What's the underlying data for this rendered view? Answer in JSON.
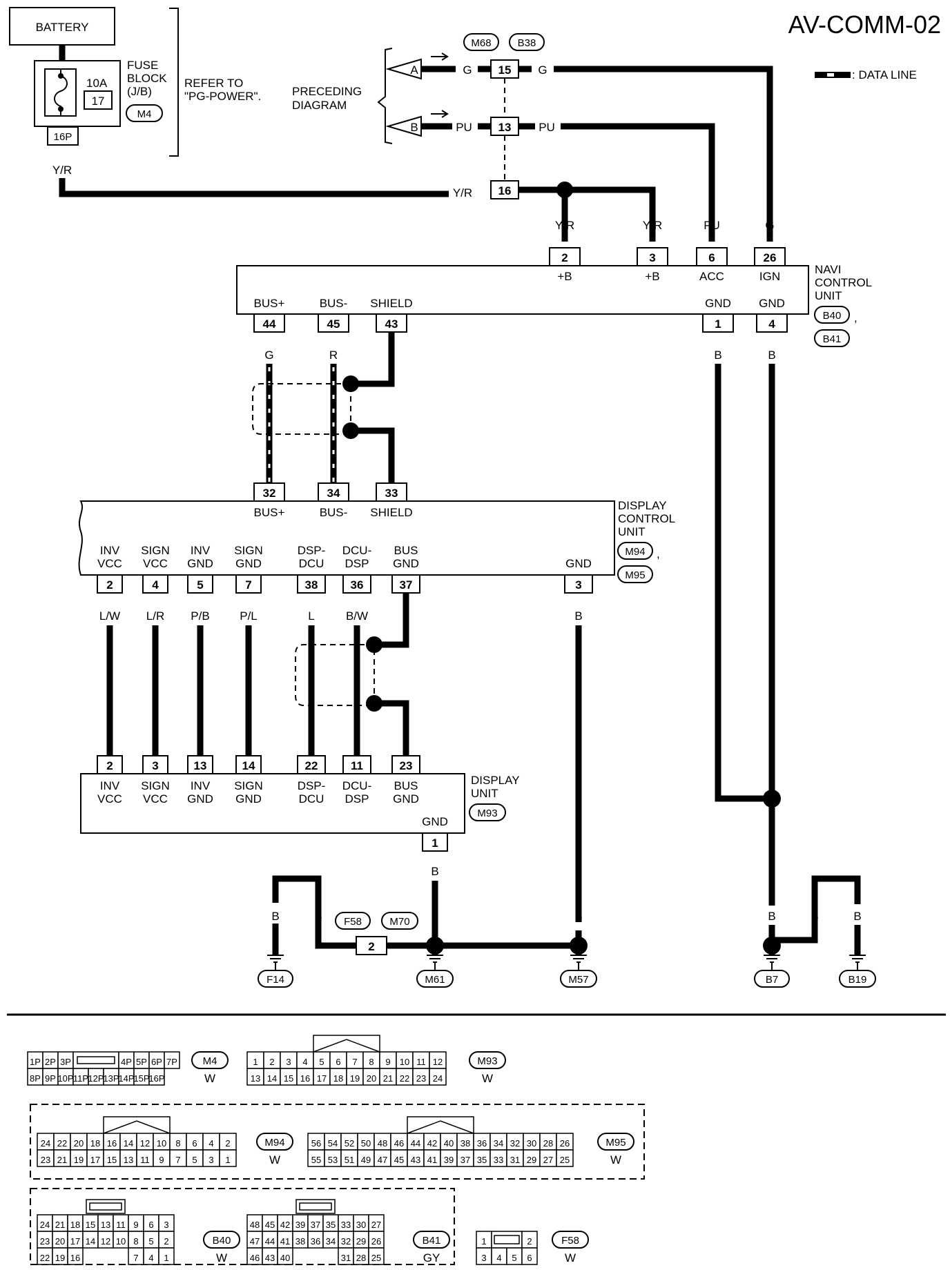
{
  "title": "AV-COMM-02",
  "legend": {
    "data_line": ": DATA LINE"
  },
  "battery": "BATTERY",
  "fuse": {
    "amps": "10A",
    "number": "17",
    "label_lines": [
      "FUSE",
      "BLOCK",
      "(J/B)"
    ],
    "connector": "M4",
    "pin": "16P",
    "refer_lines": [
      "REFER TO",
      "\"PG-POWER\"."
    ]
  },
  "preceding": {
    "label_lines": [
      "PRECEDING",
      "DIAGRAM"
    ],
    "arrow_a": "A",
    "arrow_b": "B",
    "conn1": "M68",
    "conn2": "B38",
    "joint_pins": [
      "15",
      "13",
      "16"
    ]
  },
  "wires": {
    "g": "G",
    "pu": "PU",
    "yr": "Y/R",
    "r": "R",
    "b": "B",
    "lw": "L/W",
    "lr": "L/R",
    "pb": "P/B",
    "pl": "P/L",
    "l": "L",
    "bw": "B/W"
  },
  "navi": {
    "label_lines": [
      "NAVI",
      "CONTROL",
      "UNIT"
    ],
    "conn1": "B40",
    "conn2": "B41",
    "top_pins": [
      {
        "pin": "2",
        "name": "+B"
      },
      {
        "pin": "3",
        "name": "+B"
      },
      {
        "pin": "6",
        "name": "ACC"
      },
      {
        "pin": "26",
        "name": "IGN"
      }
    ],
    "bottom_pins": [
      {
        "pin": "44",
        "name": "BUS+"
      },
      {
        "pin": "45",
        "name": "BUS-"
      },
      {
        "pin": "43",
        "name": "SHIELD"
      },
      {
        "pin": "1",
        "name": "GND"
      },
      {
        "pin": "4",
        "name": "GND"
      }
    ]
  },
  "dcu": {
    "label_lines": [
      "DISPLAY",
      "CONTROL",
      "UNIT"
    ],
    "conn1": "M94",
    "conn2": "M95",
    "top_pins": [
      {
        "pin": "32",
        "name": "BUS+"
      },
      {
        "pin": "34",
        "name": "BUS-"
      },
      {
        "pin": "33",
        "name": "SHIELD"
      }
    ],
    "bottom_pins": [
      {
        "pin": "2",
        "name1": "INV",
        "name2": "VCC"
      },
      {
        "pin": "4",
        "name1": "SIGN",
        "name2": "VCC"
      },
      {
        "pin": "5",
        "name1": "INV",
        "name2": "GND"
      },
      {
        "pin": "7",
        "name1": "SIGN",
        "name2": "GND"
      },
      {
        "pin": "38",
        "name1": "DSP-",
        "name2": "DCU"
      },
      {
        "pin": "36",
        "name1": "DCU-",
        "name2": "DSP"
      },
      {
        "pin": "37",
        "name1": "BUS",
        "name2": "GND"
      },
      {
        "pin": "3",
        "name1": "",
        "name2": "GND"
      }
    ]
  },
  "display": {
    "label_lines": [
      "DISPLAY",
      "UNIT"
    ],
    "conn": "M93",
    "top_pins": [
      {
        "pin": "2",
        "name1": "INV",
        "name2": "VCC"
      },
      {
        "pin": "3",
        "name1": "SIGN",
        "name2": "VCC"
      },
      {
        "pin": "13",
        "name1": "INV",
        "name2": "GND"
      },
      {
        "pin": "14",
        "name1": "SIGN",
        "name2": "GND"
      },
      {
        "pin": "22",
        "name1": "DSP-",
        "name2": "DCU"
      },
      {
        "pin": "11",
        "name1": "DCU-",
        "name2": "DSP"
      },
      {
        "pin": "23",
        "name1": "BUS",
        "name2": "GND"
      }
    ],
    "gnd_pin": {
      "pin": "1",
      "name": "GND"
    }
  },
  "grounds": {
    "f58_conn": "F58",
    "m70_conn": "M70",
    "f58_pin": "2",
    "labels": [
      "F14",
      "M61",
      "M57",
      "B7",
      "B19"
    ]
  },
  "connectors": {
    "m4": {
      "id": "M4",
      "color": "W",
      "row1a": [
        "1P",
        "2P",
        "3P"
      ],
      "row1b": [
        "4P",
        "5P",
        "6P",
        "7P"
      ],
      "row2": [
        "8P",
        "9P",
        "10P",
        "11P",
        "12P",
        "13P",
        "14P",
        "15P",
        "16P"
      ]
    },
    "m93": {
      "id": "M93",
      "color": "W",
      "row1": [
        "1",
        "2",
        "3",
        "4",
        "5",
        "6",
        "7",
        "8",
        "9",
        "10",
        "11",
        "12"
      ],
      "row2": [
        "13",
        "14",
        "15",
        "16",
        "17",
        "18",
        "19",
        "20",
        "21",
        "22",
        "23",
        "24"
      ]
    },
    "m94": {
      "id": "M94",
      "color": "W",
      "row1": [
        "24",
        "22",
        "20",
        "18",
        "16",
        "14",
        "12",
        "10",
        "8",
        "6",
        "4",
        "2"
      ],
      "row2": [
        "23",
        "21",
        "19",
        "17",
        "15",
        "13",
        "11",
        "9",
        "7",
        "5",
        "3",
        "1"
      ]
    },
    "m95": {
      "id": "M95",
      "color": "W",
      "row1": [
        "56",
        "54",
        "52",
        "50",
        "48",
        "46",
        "44",
        "42",
        "40",
        "38",
        "36",
        "34",
        "32",
        "30",
        "28",
        "26"
      ],
      "row2": [
        "55",
        "53",
        "51",
        "49",
        "47",
        "45",
        "43",
        "41",
        "39",
        "37",
        "35",
        "33",
        "31",
        "29",
        "27",
        "25"
      ]
    },
    "b40": {
      "id": "B40",
      "color": "W",
      "row1": [
        "24",
        "21",
        "18",
        "15",
        "13",
        "11",
        "9",
        "6",
        "3"
      ],
      "row2": [
        "23",
        "20",
        "17",
        "14",
        "12",
        "10",
        "8",
        "5",
        "2"
      ],
      "row3a": [
        "22",
        "19",
        "16"
      ],
      "row3b": [
        "7",
        "4",
        "1"
      ]
    },
    "b41": {
      "id": "B41",
      "color": "GY",
      "row1": [
        "48",
        "45",
        "42",
        "39",
        "37",
        "35",
        "33",
        "30",
        "27"
      ],
      "row2": [
        "47",
        "44",
        "41",
        "38",
        "36",
        "34",
        "32",
        "29",
        "26"
      ],
      "row3a": [
        "46",
        "43",
        "40"
      ],
      "row3b": [
        "31",
        "28",
        "25"
      ]
    },
    "f58": {
      "id": "F58",
      "color": "W",
      "row1": [
        "1",
        "2"
      ],
      "row2": [
        "3",
        "4",
        "5",
        "6"
      ]
    }
  }
}
